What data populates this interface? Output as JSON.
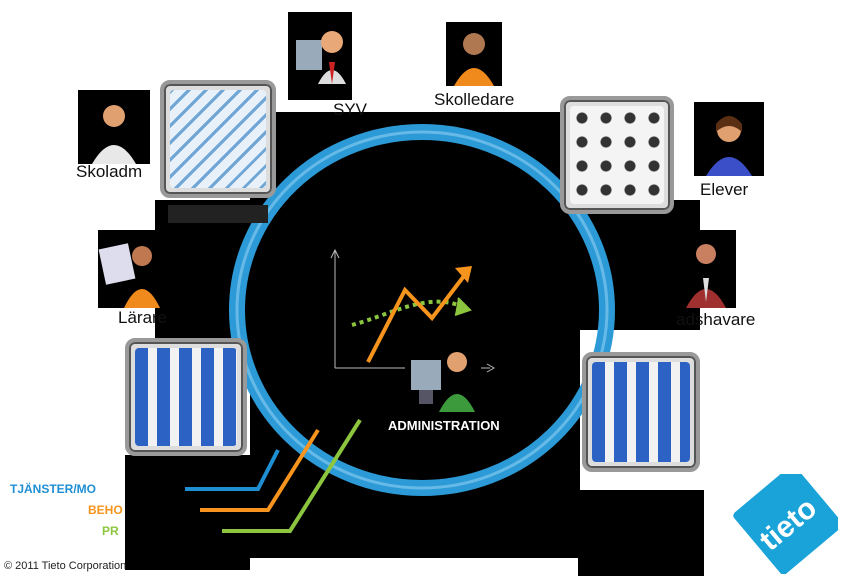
{
  "roles": {
    "syv": "SYV",
    "skolledare": "Skolledare",
    "skoladm": "Skoladm",
    "elever": "Elever",
    "larare": "Lärare",
    "handlaggare": "adshavare"
  },
  "center": {
    "label": "ADMINISTRATION"
  },
  "legend": {
    "line1": "TJÄNSTER/MO",
    "line2": "BEHO",
    "line3": "PR"
  },
  "copyright": "© 2011 Tieto Corporation",
  "logo": {
    "text": "tieto"
  },
  "colors": {
    "ring": "#2b9ad6",
    "blue_line": "#1f8fd4",
    "orange_line": "#f7941d",
    "green_line": "#8cc63f",
    "logo": "#1aa3d9"
  }
}
